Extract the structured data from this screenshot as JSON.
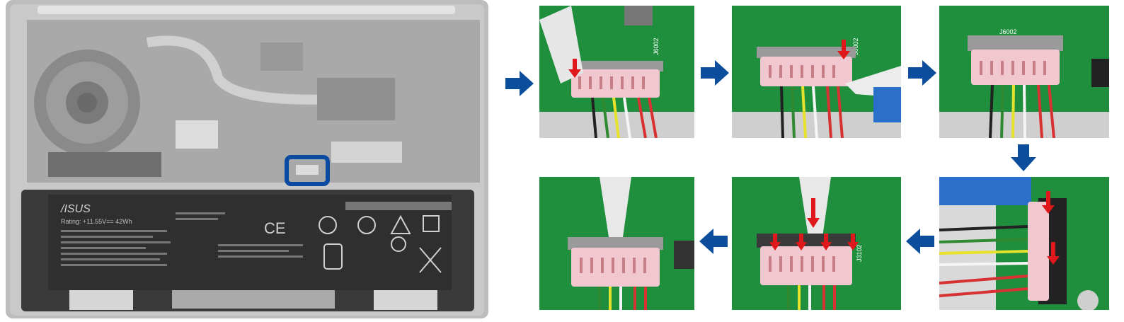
{
  "overview": {
    "battery_brand": "/ISUS",
    "battery_rating": "Rating: +11.55V== 42Wh",
    "ce_mark": "CE",
    "highlight_color": "#0a4aa0"
  },
  "steps": [
    {
      "label": "J6002"
    },
    {
      "label": "J6002"
    },
    {
      "label": "J6002"
    },
    {
      "label": ""
    },
    {
      "label": "J3102"
    },
    {
      "label": ""
    }
  ],
  "colors": {
    "arrow_blue": "#0d4e9c",
    "marker_red": "#e0181b",
    "board_green": "#1f8f3e"
  }
}
